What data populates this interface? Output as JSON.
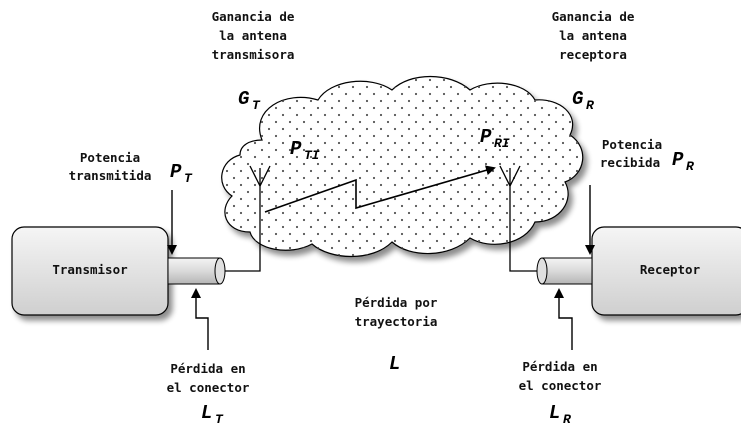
{
  "transmitter": {
    "box_label": "Transmisor",
    "antenna_gain_lines": [
      "Ganancia de",
      "la antena",
      "transmisora"
    ],
    "antenna_gain_symbol": {
      "base": "G",
      "sub": "T"
    },
    "power_lines": [
      "Potencia",
      "transmitida"
    ],
    "power_symbol": {
      "base": "P",
      "sub": "T"
    },
    "connector_loss_lines": [
      "Pérdida en",
      "el conector"
    ],
    "connector_loss_symbol": {
      "base": "L",
      "sub": "T"
    }
  },
  "receiver": {
    "box_label": "Receptor",
    "antenna_gain_lines": [
      "Ganancia de",
      "la antena",
      "receptora"
    ],
    "antenna_gain_symbol": {
      "base": "G",
      "sub": "R"
    },
    "power_lines": [
      "Potencia",
      "recibida"
    ],
    "power_symbol": {
      "base": "P",
      "sub": "R"
    },
    "connector_loss_lines": [
      "Pérdida en",
      "el conector"
    ],
    "connector_loss_symbol": {
      "base": "L",
      "sub": "R"
    }
  },
  "channel": {
    "ti_symbol": {
      "base": "P",
      "sub": "TI"
    },
    "ri_symbol": {
      "base": "P",
      "sub": "RI"
    },
    "path_loss_lines": [
      "Pérdida por",
      "trayectoria"
    ],
    "path_loss_symbol": {
      "base": "L",
      "sub": ""
    }
  },
  "colors": {
    "box_light": "#f2f2f2",
    "box_dark": "#c8c8c8",
    "cloud_fill": "#ffffff",
    "dot": "#555555",
    "line": "#000000"
  }
}
